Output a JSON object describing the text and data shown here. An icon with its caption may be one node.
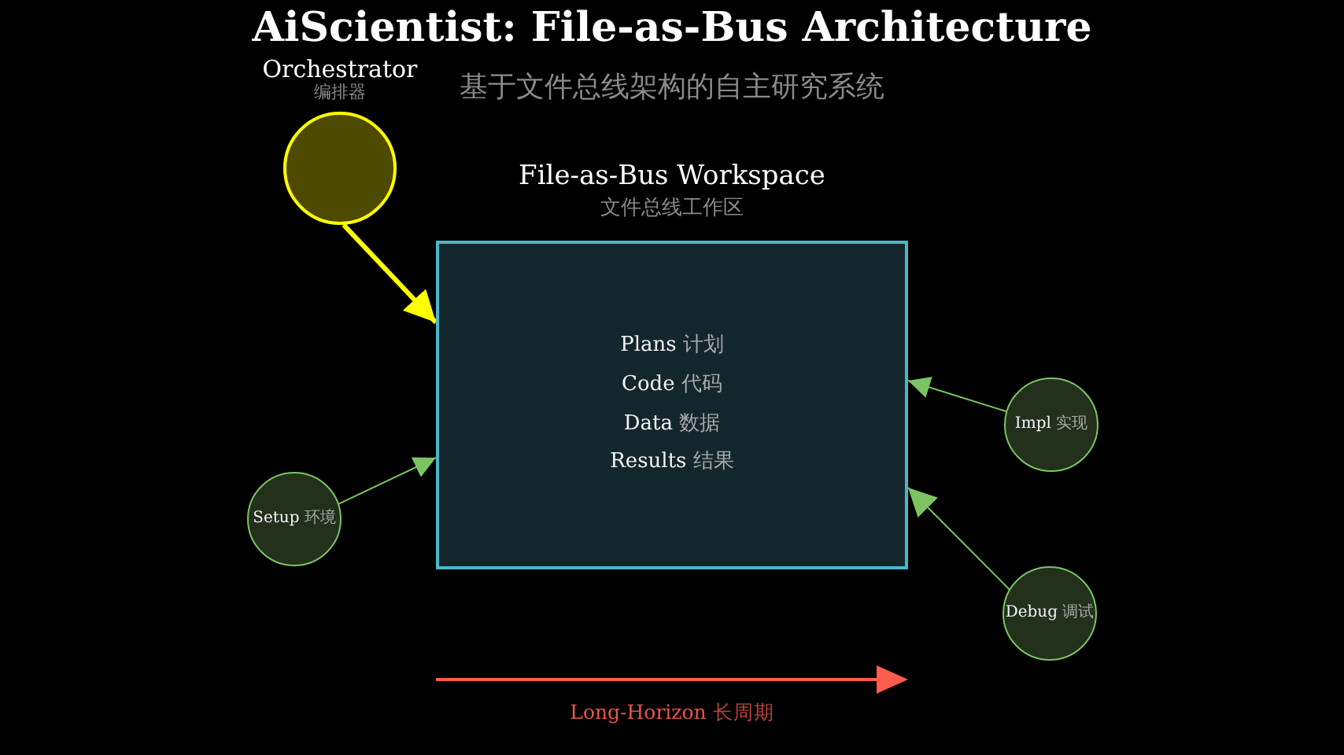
{
  "diagram": {
    "title": "AiScientist: File-as-Bus Architecture",
    "nodes": [
      {
        "text": [
          "Orchestrator",
          "编排器"
        ]
      },
      {
        "text": [
          "File-as-Bus Workspace",
          "文件总线工作区",
          "Plans 计划",
          "Code 代码",
          "Data 数据",
          "Results 结果"
        ]
      },
      {
        "text": [
          "Setup 环境"
        ]
      },
      {
        "text": [
          "Impl 实现"
        ]
      },
      {
        "text": [
          "Debug 调试"
        ]
      }
    ],
    "edges": [
      {
        "from": 0,
        "to": 1,
        "arrow": "to",
        "style": "thick",
        "color": "#ffff00"
      },
      {
        "from": 2,
        "to": 1,
        "arrow": "to"
      },
      {
        "from": 3,
        "to": 1,
        "arrow": "to"
      },
      {
        "from": 4,
        "to": 1,
        "arrow": "to"
      }
    ],
    "labels": [
      "基于文件总线架构的自主研究系统",
      "Long-Horizon 长周期"
    ]
  }
}
